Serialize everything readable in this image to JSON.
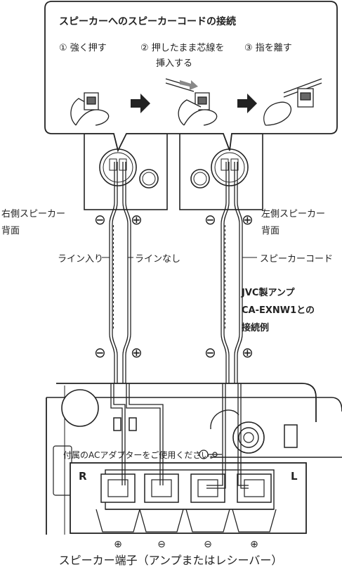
{
  "callout": {
    "title": "スピーカーへのスピーカーコードの接続",
    "step1": "① 強く押す",
    "step2_line1": "② 押したまま芯線を",
    "step2_line2": "挿入する",
    "step3": "③ 指を離す"
  },
  "labels": {
    "right_speaker_line1": "右側スピーカー",
    "right_speaker_line2": "背面",
    "left_speaker_line1": "左側スピーカー",
    "left_speaker_line2": "背面",
    "line_marked": "ライン入り",
    "line_unmarked": "ラインなし",
    "speaker_cord": "スピーカーコード",
    "minus": "⊖",
    "plus": "⊕"
  },
  "example_note": {
    "line1": "JVC製アンプ",
    "line2": "CA-EXNW1との",
    "line3": "接続例"
  },
  "amp": {
    "adapter_notice": "付属のACアダプターをご使用ください。",
    "channel_r": "R",
    "channel_l": "L",
    "terminal_polarity": [
      "⊕",
      "⊖",
      "⊖",
      "⊕"
    ]
  },
  "caption": "スピーカー端子（アンプまたはレシーバー）"
}
